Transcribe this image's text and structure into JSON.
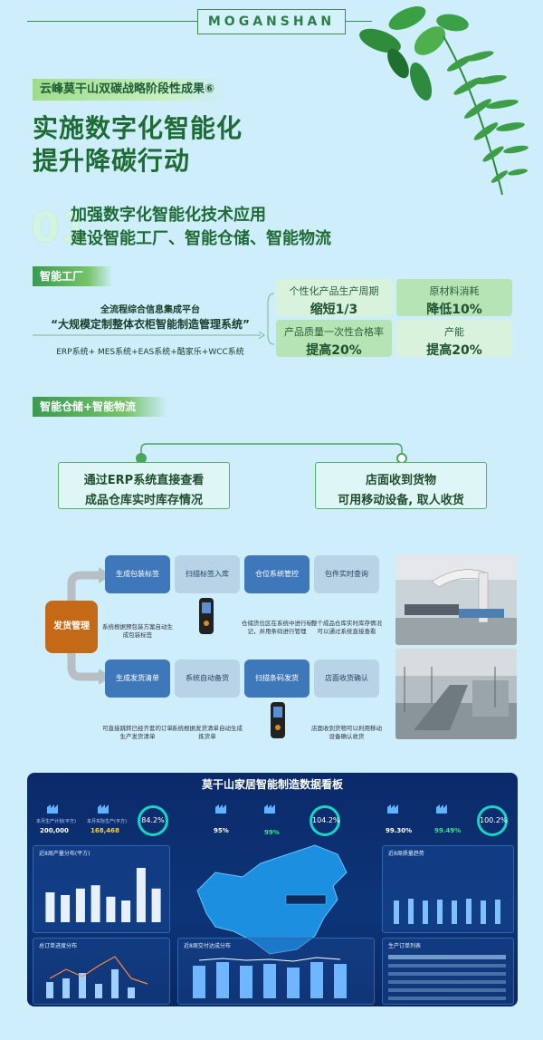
{
  "brand": "MOGANSHAN",
  "subtitle": "云峰莫干山双碳战略阶段性成果⑥",
  "title_line1": "实施数字化智能化",
  "title_line2": "提升降碳行动",
  "section": {
    "number": "01",
    "heading_line1": "加强数字化智能化技术应用",
    "heading_line2": "建设智能工厂、智能仓储、智能物流"
  },
  "factory": {
    "tag": "智能工厂",
    "platform_caption": "全流程综合信息集成平台",
    "platform_name": "“大规模定制整体衣柜智能制造管理系统”",
    "systems": "ERP系统+ MES系统+EAS系统+酷家乐+WCC系统",
    "stats": [
      {
        "label": "个性化产品生产周期",
        "value": "缩短1/3",
        "bg": "#d9f2dc"
      },
      {
        "label": "原材料消耗",
        "value": "降低10%",
        "bg": "#b7e4b5"
      },
      {
        "label": "产品质量一次性合格率",
        "value": "提高20%",
        "bg": "#b7e4b5"
      },
      {
        "label": "产能",
        "value": "提高20%",
        "bg": "#d9f2dc"
      }
    ]
  },
  "warehouse": {
    "tag": "智能仓储+智能物流",
    "card1_line1": "通过ERP系统直接查看",
    "card1_line2": "成品仓库实时库存情况",
    "card2_line1": "店面收到货物",
    "card2_line2": "可用移动设备, 取人收货"
  },
  "flow": {
    "dispatch": "发货管理",
    "row1": [
      "生成包装标签",
      "扫描标签入库",
      "仓位系统管控",
      "包件实时查询"
    ],
    "row2": [
      "生成发货清单",
      "系统自动备货",
      "扫描条码发货",
      "店面收货确认"
    ],
    "notes_row1": [
      "系统根据预包装方案自动生成包装标签",
      "",
      "仓储货位区在系统中进行标记，并用条码进行管理",
      "整个成品仓库实时库存情况可以通过系统直接查看"
    ],
    "notes_row2": [
      "可直接跳转已经齐套的订单生产发货清单",
      "系统根据发货清单自动生成拣货单",
      "",
      "店面收到货物可以利用移动设备确认收货"
    ]
  },
  "dashboard": {
    "title": "莫干山家居智能制造数据看板",
    "kpi1_label": "本月生产计划(平方)",
    "kpi1_value": "200,000",
    "kpi2_label": "本月实际生产(平方)",
    "kpi2_value": "168,468",
    "ring1": "84.2%",
    "kpi3_value": "95%",
    "kpi4_value": "99%",
    "ring2": "104.2%",
    "kpi5_value": "99.30%",
    "kpi6_value": "99.49%",
    "ring3": "100.2%",
    "panel1": "近8周产量分布(平方)",
    "panel2": "近8周质量趋势",
    "panel3": "总订单进度分布",
    "panel4": "近8周交付达成分布",
    "panel5": "生产订单列表",
    "bar_values": [
      55,
      50,
      62,
      68,
      47,
      40,
      100,
      62
    ]
  },
  "colors": {
    "background": "#cdeefa",
    "green_dark": "#1e6b36",
    "flow_blue": "#3f77bb",
    "dispatch_orange": "#c46a17",
    "dash_navy": "#0b2a6a"
  }
}
